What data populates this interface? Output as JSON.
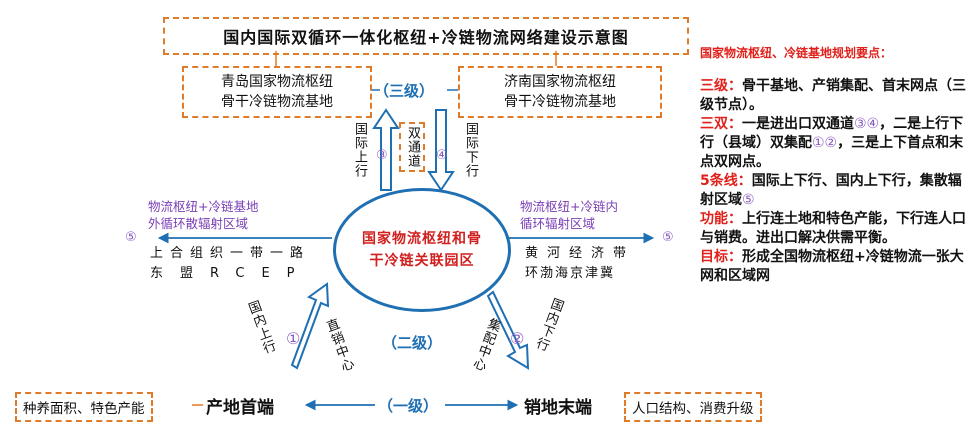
{
  "title": "国内国际双循环一体化枢纽+冷链物流网络建设示意图",
  "qingdao": [
    "青岛国家物流枢纽",
    "骨干冷链物流基地"
  ],
  "jinan": [
    "济南国家物流枢纽",
    "骨干冷链物流基地"
  ],
  "tier3": "（三级）",
  "tier2": "（二级）",
  "tier1": "（一级）",
  "intl_up": "国际上行",
  "intl_down": "国际下行",
  "dual_channel": "双通道",
  "num_1": "①",
  "num_2": "②",
  "num_3": "③",
  "num_4": "④",
  "num_5": "⑤",
  "left_region": [
    "物流枢纽+冷链基地",
    "外循环散辐射区域"
  ],
  "right_region": [
    "物流枢纽+冷链内",
    "循环辐射区域"
  ],
  "left_places": [
    "上合组织一带一路",
    "东盟RCEP"
  ],
  "right_places": [
    "黄河经济带",
    "环渤海京津冀"
  ],
  "center": [
    "国家物流枢纽和骨",
    "干冷链关联园区"
  ],
  "domestic_up": "国内上行",
  "domestic_down": "国内下行",
  "sales_center": "直销中心",
  "dist_center": "集配中心",
  "origin_label": "种养面积、特色产能",
  "origin": "产地首端",
  "sales_end": "销地末端",
  "sales_label": "人口结构、消费升级",
  "panel": {
    "heading": "国家物流枢纽、冷链基地规划要点：",
    "p1_key": "三级：",
    "p1_text": "骨干基地、产销集配、首末网点（三级节点）。",
    "p2_key": "三双：",
    "p2_a": "一是进出口双通道",
    "p2_nums1": "③④",
    "p2_b": "，二是上行下行（县域）双集配",
    "p2_nums2": "①②",
    "p2_c": "，三是上下首点和末点双网点。",
    "p3_key": "5条线：",
    "p3_text": "国际上下行、国内上下行，集散辐射区域",
    "p3_num": "⑤",
    "p4_key": "功能：",
    "p4_text": "上行连土地和特色产能，下行连人口与销费。进出口解决供需平衡。",
    "p5_key": "目标：",
    "p5_text": "形成全国物流枢纽+冷链物流一张大网和区域网"
  },
  "colors": {
    "accent": "#1f6fb3",
    "dash": "#e07b2a",
    "red": "#e0201a",
    "purple": "#7a3fb5"
  }
}
